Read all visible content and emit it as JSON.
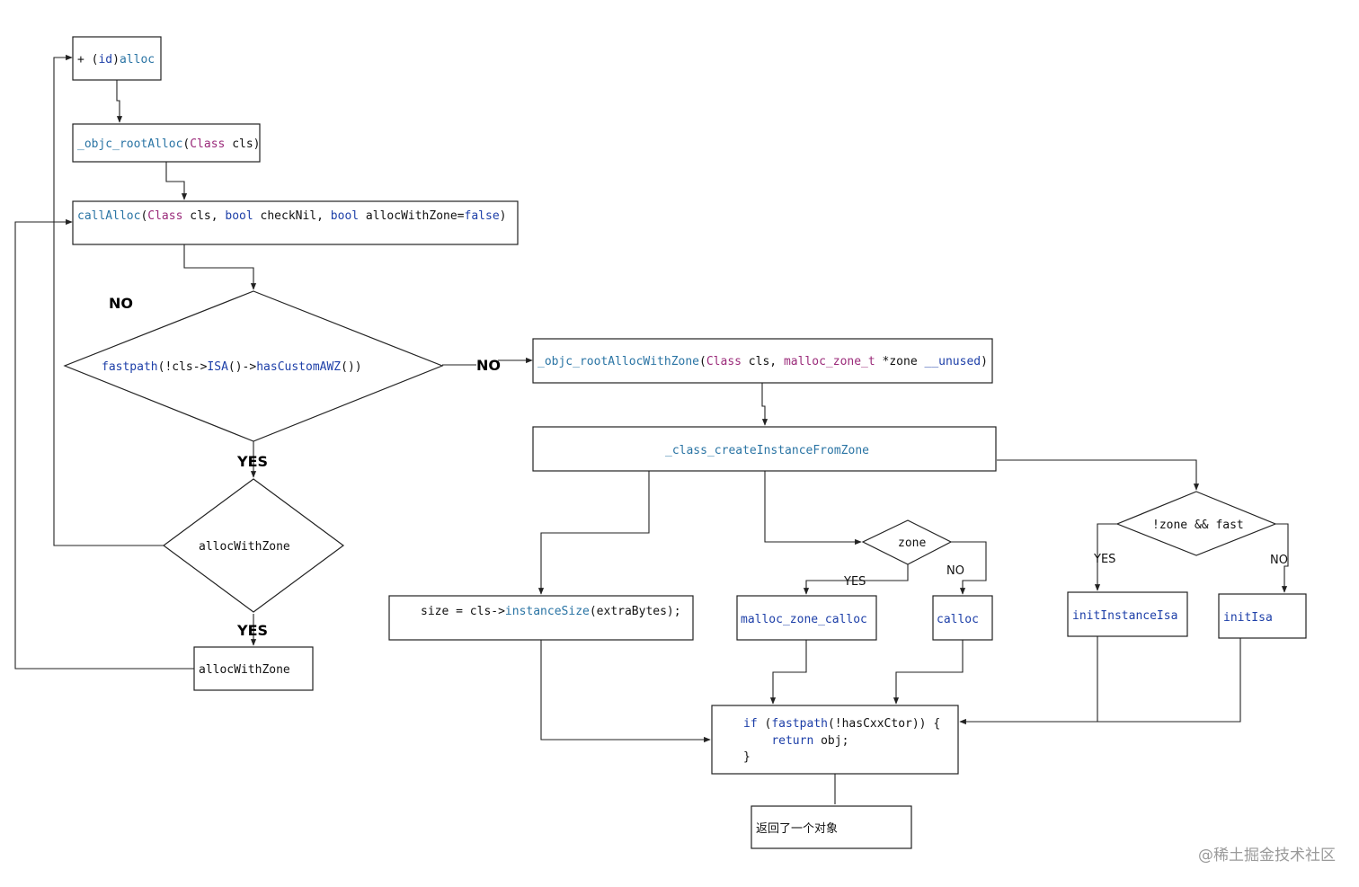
{
  "nodes": {
    "alloc": [
      {
        "t": "+ (",
        "c": "tx"
      },
      {
        "t": "id",
        "c": "kw"
      },
      {
        "t": ")",
        "c": "tx"
      },
      {
        "t": "alloc",
        "c": "fn"
      }
    ],
    "objc_root_alloc": [
      {
        "t": "_objc_rootAlloc",
        "c": "fn"
      },
      {
        "t": "(",
        "c": "tx"
      },
      {
        "t": "Class",
        "c": "ty"
      },
      {
        "t": " cls)",
        "c": "tx"
      }
    ],
    "call_alloc": [
      {
        "t": "callAlloc",
        "c": "fn"
      },
      {
        "t": "(",
        "c": "tx"
      },
      {
        "t": "Class",
        "c": "ty"
      },
      {
        "t": " cls, ",
        "c": "tx"
      },
      {
        "t": "bool",
        "c": "kw"
      },
      {
        "t": " checkNil, ",
        "c": "tx"
      },
      {
        "t": "bool",
        "c": "kw"
      },
      {
        "t": " allocWithZone=",
        "c": "tx"
      },
      {
        "t": "false",
        "c": "kw"
      },
      {
        "t": ")",
        "c": "tx"
      }
    ],
    "fastpath_check": [
      {
        "t": "fastpath",
        "c": "kw"
      },
      {
        "t": "(!cls->",
        "c": "tx"
      },
      {
        "t": "ISA",
        "c": "kw"
      },
      {
        "t": "()->",
        "c": "tx"
      },
      {
        "t": "hasCustomAWZ",
        "c": "kw"
      },
      {
        "t": "())",
        "c": "tx"
      }
    ],
    "alloc_with_zone_check": [
      {
        "t": "allocWithZone",
        "c": "tx"
      }
    ],
    "alloc_with_zone_box": [
      {
        "t": "allocWithZone",
        "c": "tx"
      }
    ],
    "root_alloc_with_zone": [
      {
        "t": "_objc_rootAllocWithZone",
        "c": "fn"
      },
      {
        "t": "(",
        "c": "tx"
      },
      {
        "t": "Class",
        "c": "ty"
      },
      {
        "t": " cls, ",
        "c": "tx"
      },
      {
        "t": "malloc_zone_t",
        "c": "ty"
      },
      {
        "t": " *zone ",
        "c": "tx"
      },
      {
        "t": "__unused",
        "c": "kw"
      },
      {
        "t": ")",
        "c": "tx"
      }
    ],
    "create_instance": [
      {
        "t": "_class_createInstanceFromZone",
        "c": "fn"
      }
    ],
    "instance_size": [
      {
        "t": "size = cls->",
        "c": "tx"
      },
      {
        "t": "instanceSize",
        "c": "fn"
      },
      {
        "t": "(extraBytes);",
        "c": "tx"
      }
    ],
    "zone_check": [
      {
        "t": "zone",
        "c": "tx"
      }
    ],
    "malloc_zone_calloc": [
      {
        "t": "malloc_zone_calloc",
        "c": "kw"
      }
    ],
    "calloc": [
      {
        "t": "calloc",
        "c": "kw"
      }
    ],
    "zone_fast_check": [
      {
        "t": "!zone && fast",
        "c": "tx"
      }
    ],
    "init_instance_isa": [
      {
        "t": "initInstanceIsa",
        "c": "kw"
      }
    ],
    "init_isa": [
      {
        "t": "initIsa",
        "c": "kw"
      }
    ],
    "has_cxx_ctor": [
      [
        {
          "t": "if",
          "c": "kw"
        },
        {
          "t": " (",
          "c": "tx"
        },
        {
          "t": "fastpath",
          "c": "kw"
        },
        {
          "t": "(!hasCxxCtor)) {",
          "c": "tx"
        }
      ],
      [
        {
          "t": "    ",
          "c": "tx"
        },
        {
          "t": "return",
          "c": "kw"
        },
        {
          "t": " obj;",
          "c": "tx"
        }
      ],
      [
        {
          "t": "}",
          "c": "tx"
        }
      ]
    ],
    "return_object": "返回了一个对象"
  },
  "labels": {
    "no_top": "NO",
    "no_right": "NO",
    "yes_after_fastpath": "YES",
    "yes_after_zone_check": "YES",
    "zone_yes": "YES",
    "zone_no": "NO",
    "fast_yes": "YES",
    "fast_no": "NO"
  },
  "watermark": "@稀土掘金技术社区"
}
